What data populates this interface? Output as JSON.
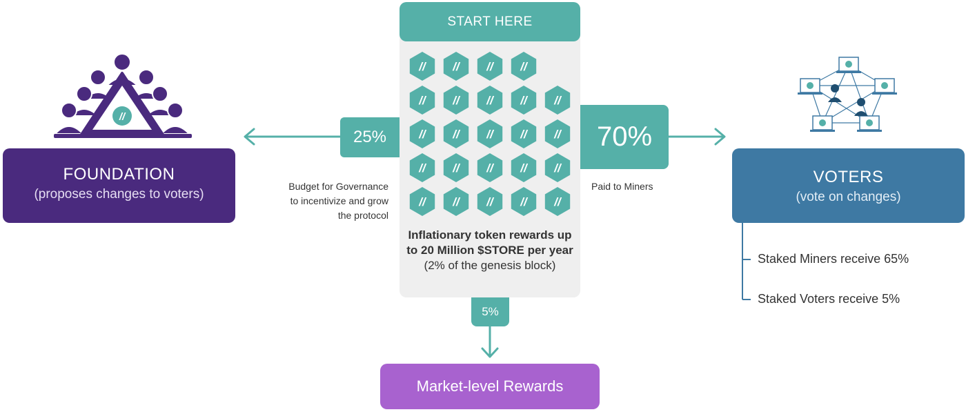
{
  "start_banner": "START HERE",
  "center_text": {
    "bold": "Inflationary token rewards up to 20 Million $STORE per year",
    "normal": " (2% of the genesis block)"
  },
  "percentages": {
    "foundation": "25%",
    "miners": "70%",
    "market": "5%"
  },
  "foundation": {
    "title": "FOUNDATION",
    "subtitle": "(proposes changes to voters)",
    "note_lines": [
      "Budget for Governance",
      "to incentivize and grow",
      "the protocol"
    ]
  },
  "voters": {
    "title": "VOTERS",
    "subtitle": "(vote on changes)",
    "note": "Paid to Miners",
    "staked_miners": "Staked Miners receive 65%",
    "staked_voters": "Staked Voters receive 5%"
  },
  "market": {
    "title": "Market-level Rewards"
  },
  "token_glyph": "//",
  "token_rows": [
    4,
    5,
    5,
    5,
    5
  ],
  "colors": {
    "teal": "#55b0a8",
    "purple": "#4a2a7e",
    "blue": "#3e79a3",
    "violet": "#a862cf",
    "card": "#efefef"
  },
  "icons": [
    "foundation-people-icon",
    "voter-network-icon",
    "token-hexagon-icon",
    "arrow-icon"
  ]
}
